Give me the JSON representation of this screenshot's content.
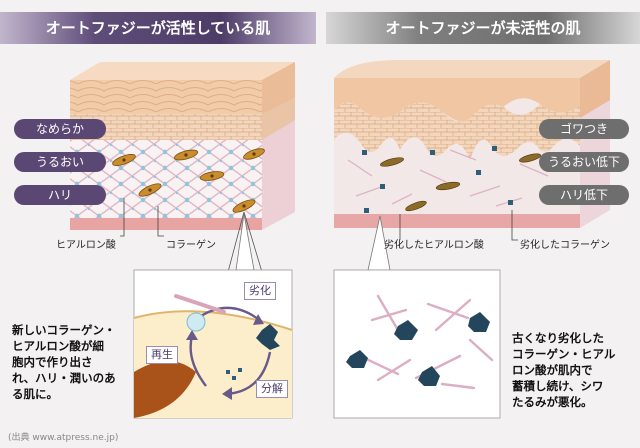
{
  "headers": {
    "left": "オートファジーが活性している肌",
    "right": "オートファジーが未活性の肌"
  },
  "left_pills": [
    "なめらか",
    "うるおい",
    "ハリ"
  ],
  "right_pills": [
    "ゴワつき",
    "うるおい低下",
    "ハリ低下"
  ],
  "labels": {
    "hyaluronic": "ヒアルロン酸",
    "collagen": "コラーゲン",
    "degraded_hyaluronic": "劣化したヒアルロン酸",
    "degraded_collagen": "劣化したコラーゲン"
  },
  "cycle": {
    "degradation": "劣化",
    "regeneration": "再生",
    "decomposition": "分解"
  },
  "text": {
    "left": "新しいコラーゲン・\nヒアルロン酸が細\n胞内で作り出さ\nれ、ハリ・潤いのあ\nる肌に。",
    "right": "古くなり劣化した\nコラーゲン・ヒアル\nロン酸が肌内で\n蓄積し続け、シワ\nたるみが悪化。"
  },
  "source": "(出典 www.atpress.ne.jp)",
  "colors": {
    "left_header": "#4d3c68",
    "right_header": "#6e6e6e",
    "pill_purple": "#5a4773",
    "pill_gray": "#6e6e6e",
    "skin_surface": "#f0c9a8",
    "dermis_fiber": "#d9b6c4",
    "hyaluronic_dot": "#7fbfd6",
    "fibroblast": "#b8861f"
  }
}
